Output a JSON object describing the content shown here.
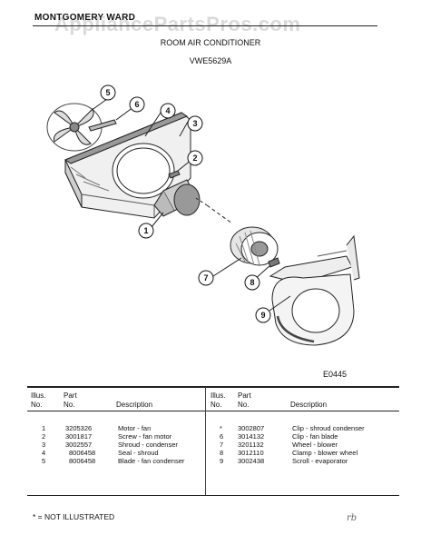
{
  "header": {
    "brand": "MONTGOMERY WARD",
    "watermark": "AppliancePartsPros.com",
    "title": "ROOM AIR CONDITIONER",
    "model": "VWE5629A"
  },
  "diagram": {
    "code": "E0445",
    "callouts": [
      "1",
      "2",
      "3",
      "4",
      "5",
      "6",
      "7",
      "8",
      "9"
    ]
  },
  "table": {
    "headers": {
      "illus_line1": "Illus.",
      "illus_line2": "No.",
      "part_line1": "Part",
      "part_line2": "No.",
      "description": "Description"
    },
    "left_rows": [
      {
        "illus": "1",
        "part": "3205326",
        "desc": "Motor - fan"
      },
      {
        "illus": "2",
        "part": "3001817",
        "desc": "Screw - fan motor"
      },
      {
        "illus": "3",
        "part": "3002557",
        "desc": "Shroud - condenser"
      },
      {
        "illus": "4",
        "part": "8006458",
        "desc": "Seal - shroud"
      },
      {
        "illus": "5",
        "part": "8006458",
        "desc": "Blade - fan condenser"
      }
    ],
    "right_rows": [
      {
        "illus": "*",
        "part": "3002807",
        "desc": "Clip - shroud condenser"
      },
      {
        "illus": "6",
        "part": "3014132",
        "desc": "Clip - fan blade"
      },
      {
        "illus": "7",
        "part": "3201132",
        "desc": "Wheel - blower"
      },
      {
        "illus": "8",
        "part": "3012110",
        "desc": "Clamp - blower wheel"
      },
      {
        "illus": "9",
        "part": "3002438",
        "desc": "Scroll - evaporator"
      }
    ]
  },
  "footnote": "* = NOT ILLUSTRATED",
  "scribble": "rb"
}
